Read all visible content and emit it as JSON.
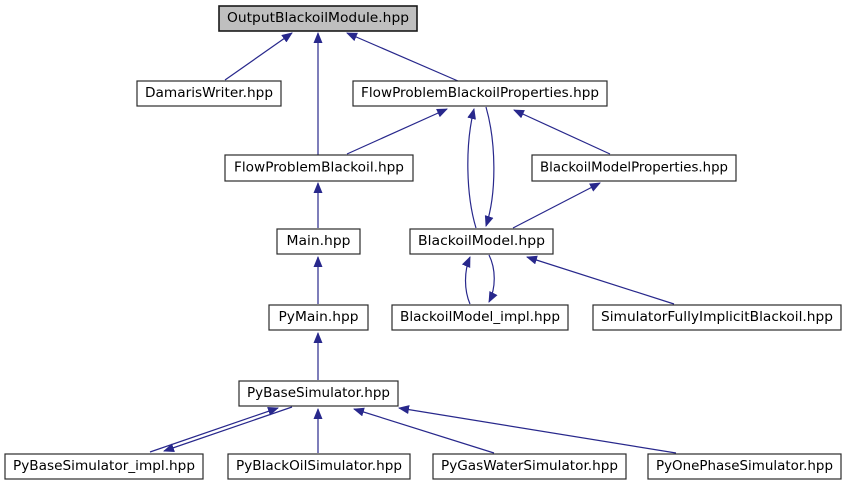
{
  "diagram": {
    "kind": "include-dependency-graph",
    "root_file": "OutputBlackoilModule.hpp",
    "colors": {
      "edge": "#28288c",
      "root_node_fill": "#bfbfbf",
      "node_fill": "#ffffff",
      "node_border": "#2b2b2b",
      "text": "#000000",
      "background": "#ffffff"
    },
    "nodes": [
      {
        "id": "output-blackoil-module",
        "label": "OutputBlackoilModule.hpp",
        "is_root": true
      },
      {
        "id": "damaris-writer",
        "label": "DamarisWriter.hpp",
        "is_root": false
      },
      {
        "id": "flow-problem-blackoil-properties",
        "label": "FlowProblemBlackoilProperties.hpp",
        "is_root": false
      },
      {
        "id": "flow-problem-blackoil",
        "label": "FlowProblemBlackoil.hpp",
        "is_root": false
      },
      {
        "id": "blackoil-model-properties",
        "label": "BlackoilModelProperties.hpp",
        "is_root": false
      },
      {
        "id": "main",
        "label": "Main.hpp",
        "is_root": false
      },
      {
        "id": "blackoil-model",
        "label": "BlackoilModel.hpp",
        "is_root": false
      },
      {
        "id": "pymain",
        "label": "PyMain.hpp",
        "is_root": false
      },
      {
        "id": "blackoil-model-impl",
        "label": "BlackoilModel_impl.hpp",
        "is_root": false
      },
      {
        "id": "simulator-fully-implicit-blackoil",
        "label": "SimulatorFullyImplicitBlackoil.hpp",
        "is_root": false
      },
      {
        "id": "py-base-simulator",
        "label": "PyBaseSimulator.hpp",
        "is_root": false
      },
      {
        "id": "py-base-simulator-impl",
        "label": "PyBaseSimulator_impl.hpp",
        "is_root": false
      },
      {
        "id": "py-blackoil-simulator",
        "label": "PyBlackOilSimulator.hpp",
        "is_root": false
      },
      {
        "id": "py-gaswater-simulator",
        "label": "PyGasWaterSimulator.hpp",
        "is_root": false
      },
      {
        "id": "py-onephase-simulator",
        "label": "PyOnePhaseSimulator.hpp",
        "is_root": false
      }
    ],
    "edges": [
      {
        "from": "DamarisWriter.hpp",
        "to": "OutputBlackoilModule.hpp"
      },
      {
        "from": "FlowProblemBlackoil.hpp",
        "to": "OutputBlackoilModule.hpp"
      },
      {
        "from": "FlowProblemBlackoilProperties.hpp",
        "to": "OutputBlackoilModule.hpp"
      },
      {
        "from": "FlowProblemBlackoil.hpp",
        "to": "FlowProblemBlackoilProperties.hpp"
      },
      {
        "from": "BlackoilModel.hpp",
        "to": "FlowProblemBlackoilProperties.hpp"
      },
      {
        "from": "FlowProblemBlackoilProperties.hpp",
        "to": "BlackoilModel.hpp"
      },
      {
        "from": "BlackoilModelProperties.hpp",
        "to": "FlowProblemBlackoilProperties.hpp"
      },
      {
        "from": "BlackoilModel.hpp",
        "to": "BlackoilModelProperties.hpp"
      },
      {
        "from": "Main.hpp",
        "to": "FlowProblemBlackoil.hpp"
      },
      {
        "from": "BlackoilModel_impl.hpp",
        "to": "BlackoilModel.hpp"
      },
      {
        "from": "BlackoilModel.hpp",
        "to": "BlackoilModel_impl.hpp"
      },
      {
        "from": "SimulatorFullyImplicitBlackoil.hpp",
        "to": "BlackoilModel.hpp"
      },
      {
        "from": "PyMain.hpp",
        "to": "Main.hpp"
      },
      {
        "from": "PyBaseSimulator.hpp",
        "to": "PyMain.hpp"
      },
      {
        "from": "PyBaseSimulator_impl.hpp",
        "to": "PyBaseSimulator.hpp"
      },
      {
        "from": "PyBaseSimulator.hpp",
        "to": "PyBaseSimulator_impl.hpp"
      },
      {
        "from": "PyBlackOilSimulator.hpp",
        "to": "PyBaseSimulator.hpp"
      },
      {
        "from": "PyGasWaterSimulator.hpp",
        "to": "PyBaseSimulator.hpp"
      },
      {
        "from": "PyOnePhaseSimulator.hpp",
        "to": "PyBaseSimulator.hpp"
      }
    ]
  }
}
